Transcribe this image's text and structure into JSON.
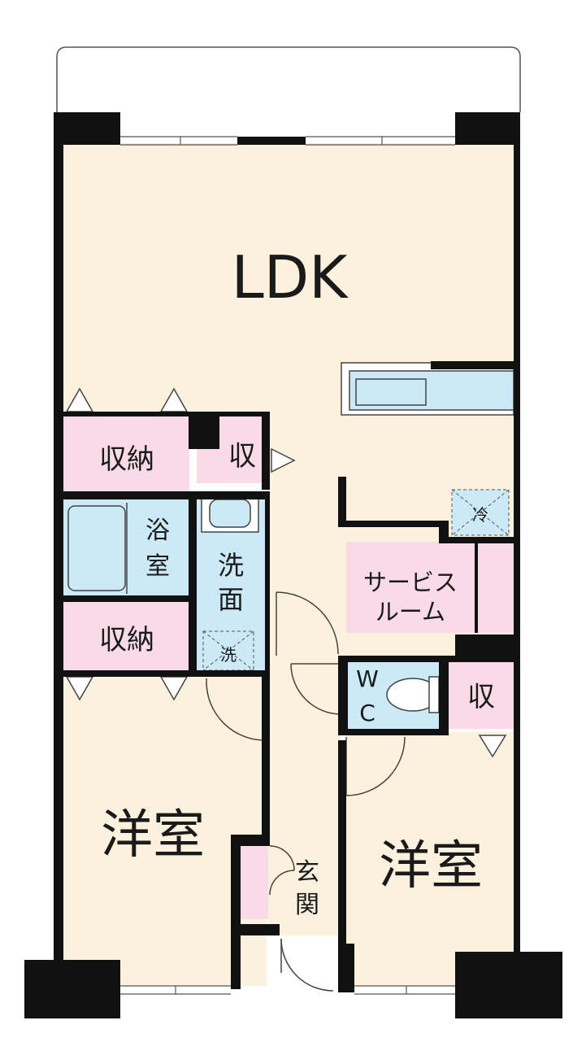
{
  "rooms": {
    "ldk": "LDK",
    "western_left": "洋室",
    "western_right": "洋室",
    "storage_top": "収納",
    "storage_mid": "収納",
    "storage_small_top": "収",
    "storage_small_right": "収",
    "bathroom_line1": "浴",
    "bathroom_line2": "室",
    "washroom_line1": "洗",
    "washroom_line2": "面",
    "washer": "洗",
    "fridge": "冷",
    "service_room_line1": "サービス",
    "service_room_line2": "ルーム",
    "wc_line1": "W",
    "wc_line2": "C",
    "entrance_line1": "玄",
    "entrance_line2": "関"
  },
  "colors": {
    "wall": "#111111",
    "ldk_floor": "#fbf1dc",
    "storage": "#f8dbe6",
    "water": "#cbe9f7",
    "background": "#ffffff"
  }
}
